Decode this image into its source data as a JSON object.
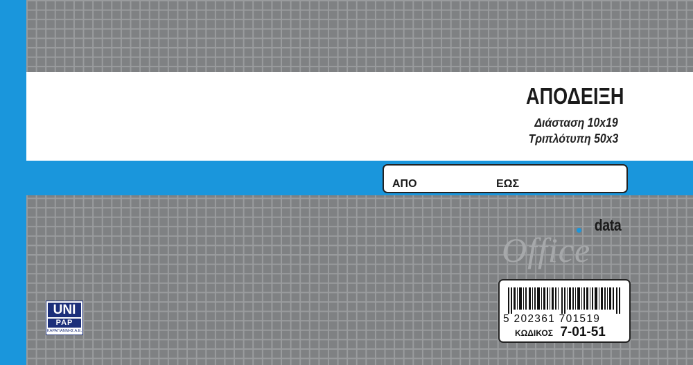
{
  "cover": {
    "title": "ΑΠΟΔΕΙΞΗ",
    "dimension": "Διάσταση 10x19",
    "copies": "Τριπλότυπη 50x3"
  },
  "range_box": {
    "from_label": "ΑΠΟ",
    "to_label": "ΕΩΣ"
  },
  "brand": {
    "data_text": "data",
    "office_text": "Office"
  },
  "barcode": {
    "digits": "5 202361 701519",
    "code_label": "ΚΩΔΙΚΟΣ",
    "code_value": "7-01-51"
  },
  "publisher_logo": {
    "line1": "UNI",
    "line2": "PAP",
    "line3": "ΚΑΡΑΓΙΑΝΝΗΣ Α.Ε."
  },
  "colors": {
    "accent_blue": "#1a96dc",
    "grid_grey": "#7f8183",
    "logo_navy": "#1c2f7a"
  }
}
